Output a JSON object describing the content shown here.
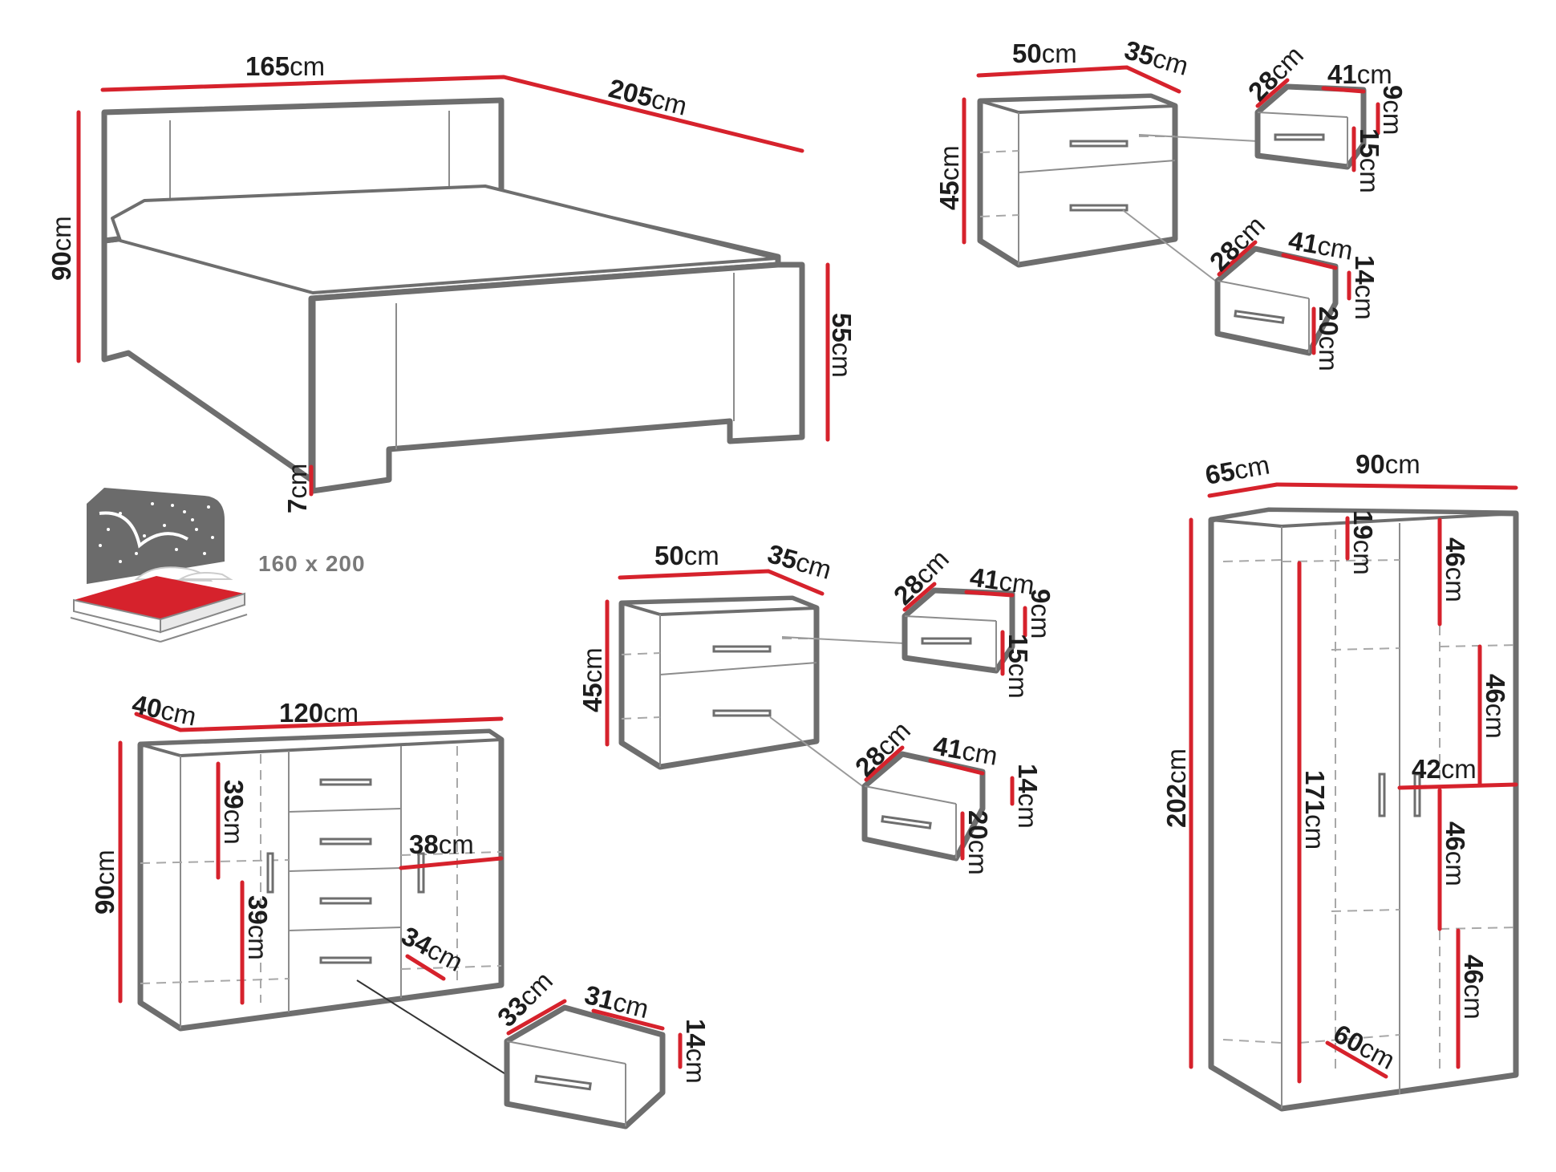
{
  "colors": {
    "dimension_line": "#d6222c",
    "furniture_outline": "#6e6e6e",
    "label_text": "#1d1d1d",
    "mattress": "#d6222c"
  },
  "unit": "cm",
  "bed": {
    "width": "165",
    "length": "205",
    "headboard_height": "90",
    "footboard_height": "55",
    "leg_height": "7"
  },
  "mattress": {
    "size_label": "160 x 200",
    "icon": "mattress-stars-icon"
  },
  "nightstand_top": {
    "width": "50",
    "depth": "35",
    "height": "45",
    "drawer_upper": {
      "depth": "28",
      "width": "41",
      "inner_height": "9",
      "front_height": "15"
    },
    "drawer_lower": {
      "depth": "28",
      "width": "41",
      "inner_height": "14",
      "front_height": "20"
    }
  },
  "nightstand_middle": {
    "width": "50",
    "depth": "35",
    "height": "45",
    "drawer_upper": {
      "depth": "28",
      "width": "41",
      "inner_height": "9",
      "front_height": "15"
    },
    "drawer_lower": {
      "depth": "28",
      "width": "41",
      "inner_height": "14",
      "front_height": "20"
    }
  },
  "chest": {
    "depth": "40",
    "width": "120",
    "height": "90",
    "upper_compartment": "39",
    "lower_compartment": "39",
    "right_compartment_width": "38",
    "right_compartment_depth": "34",
    "drawer": {
      "depth": "33",
      "width": "31",
      "height": "14"
    }
  },
  "wardrobe": {
    "depth": "65",
    "width": "90",
    "height": "202",
    "top_gap": "19",
    "hanging_height": "171",
    "shelf_1": "46",
    "shelf_2": "46",
    "shelf_width": "42",
    "shelf_3": "46",
    "shelf_4": "46",
    "inner_depth": "60"
  }
}
